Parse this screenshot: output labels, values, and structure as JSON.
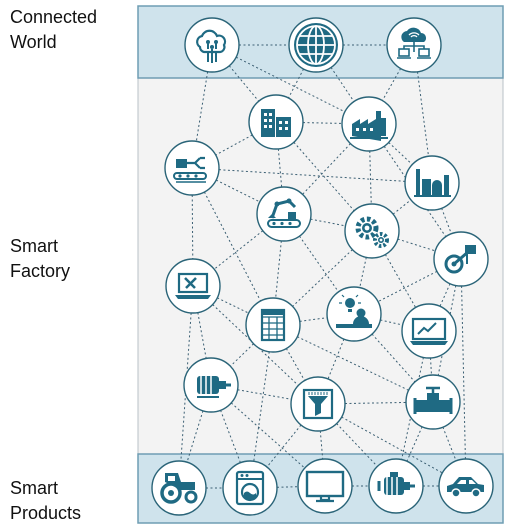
{
  "labels": {
    "connected_world": "Connected\nWorld",
    "smart_factory": "Smart\nFactory",
    "smart_products": "Smart\nProducts"
  },
  "colors": {
    "band_fill": "#cfe3ec",
    "band_stroke": "#6f9db3",
    "panel_fill": "#f3f3f3",
    "panel_stroke": "#b9c2c7",
    "node_fill": "#ffffff",
    "node_stroke": "#2a6478",
    "icon": "#1f6a83",
    "line": "#3b5f73"
  },
  "layers": [
    {
      "key": "connected_world",
      "label_key": "connected_world",
      "node_ids": [
        "cloud-brain",
        "globe",
        "cloud-network"
      ]
    },
    {
      "key": "smart_factory",
      "label_key": "smart_factory",
      "node_ids": [
        "office-building",
        "factory",
        "robot-gripper",
        "refinery",
        "robot-arm-conveyor",
        "gears",
        "steam-machine",
        "laptop-tools",
        "spreadsheet",
        "person-idea",
        "line-chart-monitor",
        "electric-motor",
        "filter-funnel",
        "valve-pipe"
      ]
    },
    {
      "key": "smart_products",
      "label_key": "smart_products",
      "node_ids": [
        "tractor",
        "washing-machine",
        "monitor",
        "engine",
        "car"
      ]
    }
  ],
  "nodes": [
    {
      "id": "cloud-brain",
      "icon": "cloud-brain-icon"
    },
    {
      "id": "globe",
      "icon": "globe-icon"
    },
    {
      "id": "cloud-network",
      "icon": "cloud-network-icon"
    },
    {
      "id": "office-building",
      "icon": "building-icon"
    },
    {
      "id": "factory",
      "icon": "factory-icon"
    },
    {
      "id": "robot-gripper",
      "icon": "robot-gripper-icon"
    },
    {
      "id": "refinery",
      "icon": "refinery-icon"
    },
    {
      "id": "robot-arm-conveyor",
      "icon": "robot-arm-icon"
    },
    {
      "id": "gears",
      "icon": "gears-icon"
    },
    {
      "id": "steam-machine",
      "icon": "steam-machine-icon"
    },
    {
      "id": "laptop-tools",
      "icon": "laptop-tools-icon"
    },
    {
      "id": "spreadsheet",
      "icon": "spreadsheet-icon"
    },
    {
      "id": "person-idea",
      "icon": "person-idea-icon"
    },
    {
      "id": "line-chart-monitor",
      "icon": "chart-monitor-icon"
    },
    {
      "id": "electric-motor",
      "icon": "electric-motor-icon"
    },
    {
      "id": "filter-funnel",
      "icon": "filter-funnel-icon"
    },
    {
      "id": "valve-pipe",
      "icon": "valve-icon"
    },
    {
      "id": "tractor",
      "icon": "tractor-icon"
    },
    {
      "id": "washing-machine",
      "icon": "washing-machine-icon"
    },
    {
      "id": "monitor",
      "icon": "monitor-icon"
    },
    {
      "id": "engine",
      "icon": "engine-icon"
    },
    {
      "id": "car",
      "icon": "car-icon"
    }
  ],
  "edges": [
    [
      "cloud-brain",
      "globe"
    ],
    [
      "globe",
      "cloud-network"
    ],
    [
      "cloud-brain",
      "office-building"
    ],
    [
      "cloud-brain",
      "factory"
    ],
    [
      "cloud-brain",
      "robot-gripper"
    ],
    [
      "globe",
      "office-building"
    ],
    [
      "globe",
      "factory"
    ],
    [
      "cloud-network",
      "factory"
    ],
    [
      "cloud-network",
      "refinery"
    ],
    [
      "office-building",
      "factory"
    ],
    [
      "office-building",
      "robot-gripper"
    ],
    [
      "office-building",
      "robot-arm-conveyor"
    ],
    [
      "office-building",
      "gears"
    ],
    [
      "factory",
      "robot-arm-conveyor"
    ],
    [
      "factory",
      "refinery"
    ],
    [
      "factory",
      "gears"
    ],
    [
      "factory",
      "steam-machine"
    ],
    [
      "robot-gripper",
      "robot-arm-conveyor"
    ],
    [
      "robot-gripper",
      "refinery"
    ],
    [
      "robot-gripper",
      "laptop-tools"
    ],
    [
      "robot-gripper",
      "spreadsheet"
    ],
    [
      "robot-arm-conveyor",
      "gears"
    ],
    [
      "robot-arm-conveyor",
      "laptop-tools"
    ],
    [
      "robot-arm-conveyor",
      "spreadsheet"
    ],
    [
      "robot-arm-conveyor",
      "person-idea"
    ],
    [
      "gears",
      "refinery"
    ],
    [
      "gears",
      "steam-machine"
    ],
    [
      "gears",
      "person-idea"
    ],
    [
      "gears",
      "spreadsheet"
    ],
    [
      "gears",
      "line-chart-monitor"
    ],
    [
      "refinery",
      "steam-machine"
    ],
    [
      "steam-machine",
      "person-idea"
    ],
    [
      "steam-machine",
      "line-chart-monitor"
    ],
    [
      "steam-machine",
      "valve-pipe"
    ],
    [
      "steam-machine",
      "car"
    ],
    [
      "laptop-tools",
      "spreadsheet"
    ],
    [
      "laptop-tools",
      "electric-motor"
    ],
    [
      "laptop-tools",
      "filter-funnel"
    ],
    [
      "laptop-tools",
      "tractor"
    ],
    [
      "spreadsheet",
      "person-idea"
    ],
    [
      "spreadsheet",
      "electric-motor"
    ],
    [
      "spreadsheet",
      "filter-funnel"
    ],
    [
      "spreadsheet",
      "valve-pipe"
    ],
    [
      "spreadsheet",
      "washing-machine"
    ],
    [
      "person-idea",
      "line-chart-monitor"
    ],
    [
      "person-idea",
      "filter-funnel"
    ],
    [
      "person-idea",
      "valve-pipe"
    ],
    [
      "line-chart-monitor",
      "valve-pipe"
    ],
    [
      "line-chart-monitor",
      "engine"
    ],
    [
      "electric-motor",
      "filter-funnel"
    ],
    [
      "electric-motor",
      "tractor"
    ],
    [
      "electric-motor",
      "washing-machine"
    ],
    [
      "electric-motor",
      "monitor"
    ],
    [
      "filter-funnel",
      "valve-pipe"
    ],
    [
      "filter-funnel",
      "washing-machine"
    ],
    [
      "filter-funnel",
      "monitor"
    ],
    [
      "filter-funnel",
      "engine"
    ],
    [
      "filter-funnel",
      "car"
    ],
    [
      "valve-pipe",
      "engine"
    ],
    [
      "valve-pipe",
      "car"
    ],
    [
      "tractor",
      "washing-machine"
    ],
    [
      "washing-machine",
      "monitor"
    ],
    [
      "monitor",
      "engine"
    ],
    [
      "engine",
      "car"
    ]
  ]
}
